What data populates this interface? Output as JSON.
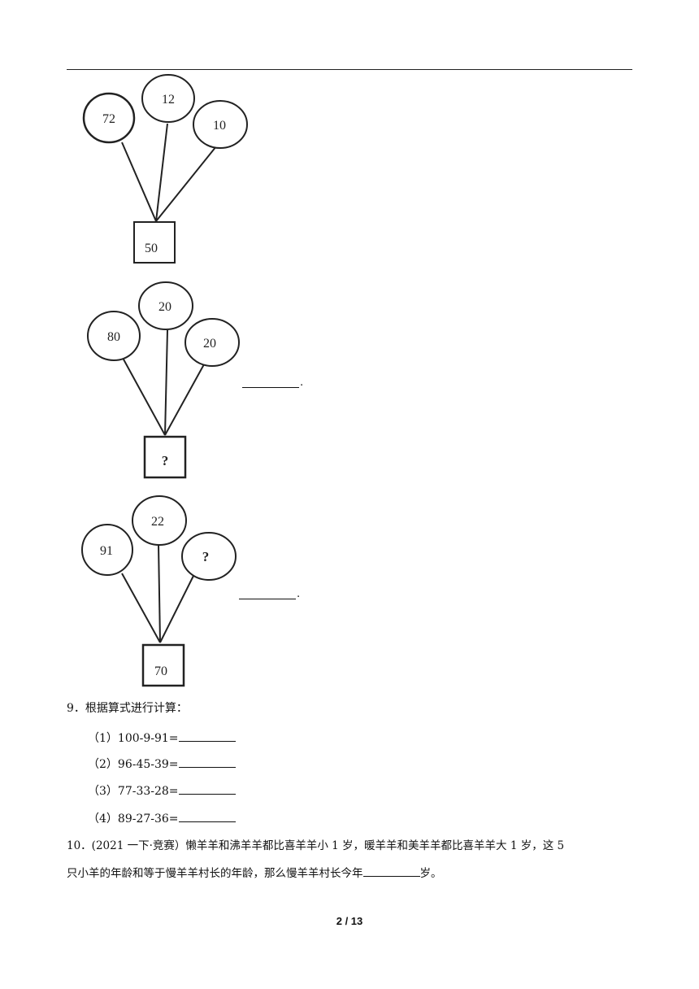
{
  "figures": [
    {
      "balloons": [
        "72",
        "12",
        "10"
      ],
      "box": "50"
    },
    {
      "balloons": [
        "80",
        "20",
        "20"
      ],
      "box": "?"
    },
    {
      "balloons": [
        "91",
        "22",
        "?"
      ],
      "box": "70"
    }
  ],
  "answer_dots": [
    ".",
    "."
  ],
  "q9": {
    "title": "9．根据算式进行计算：",
    "items": [
      "（1）100-9-91=",
      "（2）96-45-39=",
      "（3）77-33-28=",
      "（4）89-27-36="
    ]
  },
  "q10": {
    "line1": "10．(2021 一下·竞赛）懒羊羊和沸羊羊都比喜羊羊小 1 岁，暖羊羊和美羊羊都比喜羊羊大 1 岁，这 5",
    "line2_pre": "只小羊的年龄和等于慢羊羊村长的年龄，那么慢羊羊村长今年",
    "line2_post": "岁。"
  },
  "footer": {
    "page": "2 / 13"
  }
}
